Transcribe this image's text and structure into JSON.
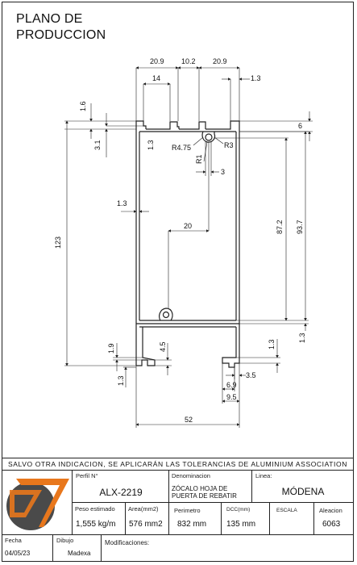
{
  "title_line1": "PLANO DE",
  "title_line2": "PRODUCCION",
  "dimensions": {
    "top_left": "20.9",
    "top_mid": "10.2",
    "top_right": "20.9",
    "lip_14": "14",
    "lip_right": "1.3",
    "left_1_6": "1.6",
    "right_6": "6",
    "left_3_1": "3.1",
    "inner_1_3_a": "1.3",
    "r4_75": "R4.75",
    "r3": "R3",
    "r1": "R1",
    "w3": "3",
    "left_wall": "1.3",
    "height_123": "123",
    "h87_2": "87.2",
    "h93_7": "93.7",
    "w20": "20",
    "right_1_3_b": "1.3",
    "left_1_9": "1.9",
    "in_4_5": "4.5",
    "left_1_3_c": "1.3",
    "right_1_3_c": "1.3",
    "w3_5": "3.5",
    "w6_9": "6.9",
    "w9_5": "9.5",
    "width_52": "52"
  },
  "notice": "SALVO OTRA INDICACION, SE APLICARÁN LAS TOLERANCIAS DE ALUMINIUM ASSOCIATION",
  "title_block": {
    "perfil_caption": "Perfil N°",
    "perfil_value": "ALX-2219",
    "denominacion_caption": "Denominacion",
    "denominacion_value": "ZÓCALO HOJA DE PUERTA DE REBATIR",
    "linea_caption": "Linea:",
    "linea_value": "MÓDENA",
    "peso_caption": "Peso estimado",
    "peso_value": "1,555 kg/m",
    "area_caption": "Area(mm2)",
    "area_value": "576 mm2",
    "perimetro_caption": "Perimetro",
    "perimetro_value": "832 mm",
    "dcc_caption": "DCC(mm)",
    "dcc_value": "135 mm",
    "escala_caption": "ESCALA",
    "aleacion_caption": "Aleacion",
    "aleacion_value": "6063",
    "fecha_caption": "Fecha",
    "fecha_value": "04/05/23",
    "dibujo_caption": "Dibujo",
    "dibujo_value": "Madexa",
    "modificaciones_caption": "Modificaciones:"
  },
  "colors": {
    "logo_orange": "#e8771c",
    "logo_dark": "#4a4a4a",
    "line": "#222222"
  }
}
